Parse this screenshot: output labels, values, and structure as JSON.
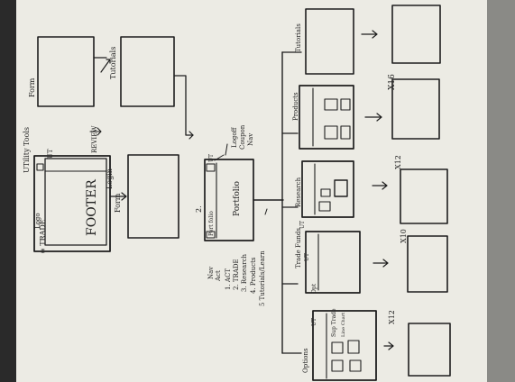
{
  "colors": {
    "paper": "#f4f1ea",
    "ink": "#1e1e1e",
    "background": "#1c1c1c"
  },
  "labels": {
    "form": "Form",
    "tutorials_left": "Tutorials",
    "utility_tools": "UTility Tools",
    "review": "REVIEW",
    "ut_home": "UT",
    "header_logo": "Logo",
    "header_trade": "≡ TRADE",
    "footer": "FOOTER",
    "login": "Login",
    "form2": "Form",
    "ut_portfolio": "UT",
    "portfolio_page": "Portfolio",
    "portfolio_nav": "Port folio",
    "menu_number": "2.",
    "notes": [
      "Logoff",
      "Coupon",
      "Nav"
    ],
    "nav_items": [
      "Nav",
      "Act",
      "1. ACT",
      "2. TRADE",
      "3. Research",
      "4. Products",
      "5 Tutorials/Learn"
    ],
    "tutorials_right": "Tutorials",
    "products": "Products",
    "research": "Research",
    "ut_research": "UT",
    "rank_scale": "X10",
    "x12_top": "X12",
    "x12_bottom": "X12",
    "x16": "X16",
    "trade_funds": "Trade Funds",
    "ut_trade": "UT",
    "opt": "Opt",
    "options": "Options",
    "ut_options": "UT",
    "sup_trade": "Sup Trade",
    "line_chart": "Line Chart"
  }
}
